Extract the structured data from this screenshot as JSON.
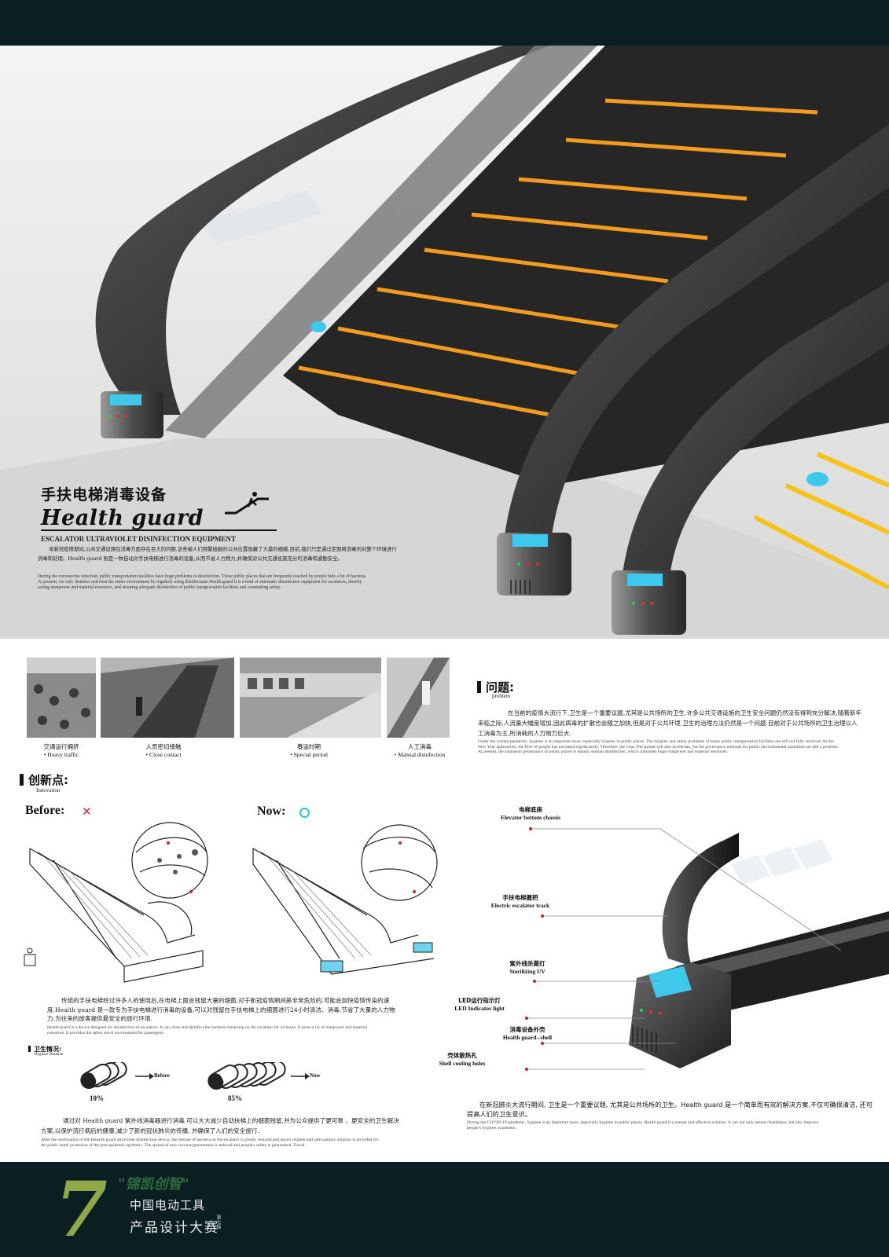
{
  "hero": {
    "title_cn": "手扶电梯消毒设备",
    "title_en": "Health guard",
    "subtitle": "ESCALATOR ULTRAVIOLET DISINFECTION EQUIPMENT",
    "intro_cn": "本新冠疫情期间,公共交通设施在消毒方面存在巨大的问题.这些被人们频繁接触的公共位置隐藏了大量的细菌,目前,我们只是通过定期用消毒剂对整个环境进行消毒和处理。Health guard 则是一种自动对手扶电梯进行消毒的设备,从而节省人力物力,并确保对公共交通设施充分的消毒和通勤安全。",
    "intro_en": "During the coronavirus infection, public transportation facilities have huge problems in disinfection. These public places that are frequently touched by people hide a lot of bacteria. At present, we only disinfect and treat the entire environment by regularly using disinfectants.Health guard It is a kind of automatic disinfection equipment for escalators, thereby saving manpower and material resources, and ensuring adequate disinfection of public transportation facilities and commuting safety."
  },
  "photos": [
    {
      "cn": "交通运行拥挤",
      "en": "• Heavy traffic"
    },
    {
      "cn": "人员密切接触",
      "en": "• Close contact"
    },
    {
      "cn": "春运时期",
      "en": "• Special period"
    },
    {
      "cn": "人工消毒",
      "en": "• Manual disinfection"
    }
  ],
  "problem": {
    "heading": "问题:",
    "sub": "problem",
    "cn": "在当前的疫情大流行下,卫生是一个重要议题,尤其是公共场所的卫生.许多公共交通设施的卫生安全问题仍然没有得到充分解决,随着新年来临之际,人流量大幅度增加,因此病毒的扩散也会随之加快,但是对于公共环境 卫生的治理方法仍然是一个问题.目前对于公共场所的卫生治理以人工消毒为主,所消耗的人力物力巨大.",
    "en": "Under the current pandemic, hygiene is an important issue, especially hygiene in public places. The hygiene and safety problems of many public transportation facilities are still not fully resolved. As the New Year approaches, the flow of people has increased significantly. Therefore, the virus The spread will also accelerate, but the governance methods for public environmental sanitation are still a problem. At present, the sanitation governance of public places is mainly manual disinfection, which consumes huge manpower and material resources."
  },
  "innovation": {
    "heading": "创新点:",
    "sub": "Innovation",
    "before": "Before:",
    "now": "Now:",
    "cn": "传统的手扶电梯经过许多人的使用后,在电梯上面会残留大量的细菌,对于新冠疫情期间是非常危险的,可能会加快疫情传染的速度.Health guard 是一款专为手扶电梯进行消毒的设备,可以对残留在手扶电梯上的细菌进行24小时清洁、消毒,节省了大量的人力物力.为往来的旅客提供最安全的旅行环境.",
    "en": "Health guard is a device designed for disinfection of escalators. It can clean and disinfect the bacteria remaining on the escalator for 24 hours. It saves a lot of manpower and material resources. It provides the safest travel environment for passengers."
  },
  "hygiene": {
    "heading": "卫生情况:",
    "sub": "Hygiene Situation",
    "before_label": "Before",
    "now_label": "Now",
    "before_pct": "10%",
    "now_pct": "85%"
  },
  "result": {
    "cn": "通过对 Health guard 紫外线消毒器进行消毒,可以大大减少自动扶梯上的细菌残留,并为公众提供了更可靠 、更安全的卫生解决方案,以保护流行病后的健康,减少了新的冠状肺炎的传播, 并确保了人们的安全旅行.",
    "en": "After the sterilization of the Hhealth guard ultraviolet disinfection device, the residue of bacteria on the escalator is greatly reduced,and amore reliable and safe sanitary solution is provided for the public heath protection of the post-epidemic epidemic. The spread of new coronarypneumonia is reduced and people's safety is guaranteed. Travel."
  },
  "callouts": [
    {
      "cn": "电梯底座",
      "en": "Elevator bottom chassis"
    },
    {
      "cn": "手扶电梯握把",
      "en": "Electric escalator track"
    },
    {
      "cn": "紫外线杀菌灯",
      "en": "Sterilizing UV"
    },
    {
      "cn": "LED运行指示灯",
      "en": "LED Indicator light"
    },
    {
      "cn": "消毒设备外壳",
      "en": "Health guard--shell"
    },
    {
      "cn": "壳体散热孔",
      "en": "Shell cooling holes"
    }
  ],
  "covid": {
    "cn": "在新冠肺炎大流行期间, 卫生是一个重要议题, 尤其是公共场所的卫生。Health guard 是一个简单而有效的解决方案,不仅可确保清洁, 还可提高人们的卫生意识。",
    "en": "During the COVID-19 pandemic, hygiene is an important issue, especially hygiene in public places. Health guard is a simple and effective solution. It can not only ensure cleanliness, but also improve people's hygiene awareness."
  },
  "footer": {
    "number": "7",
    "slogan": "\"锦凯创智\"",
    "line1": "中国电动工具",
    "line2": "产品设计大赛",
    "tiny": "第七届"
  },
  "colors": {
    "dark_bar": "#0b1f22",
    "uv_blue": "#3ec8ec",
    "step_orange": "#f29b1e",
    "step_yellow": "#f7c21a",
    "red_x": "#d9252a",
    "ring_cyan": "#2cc2e0",
    "footer_green": "#8fa84a"
  }
}
